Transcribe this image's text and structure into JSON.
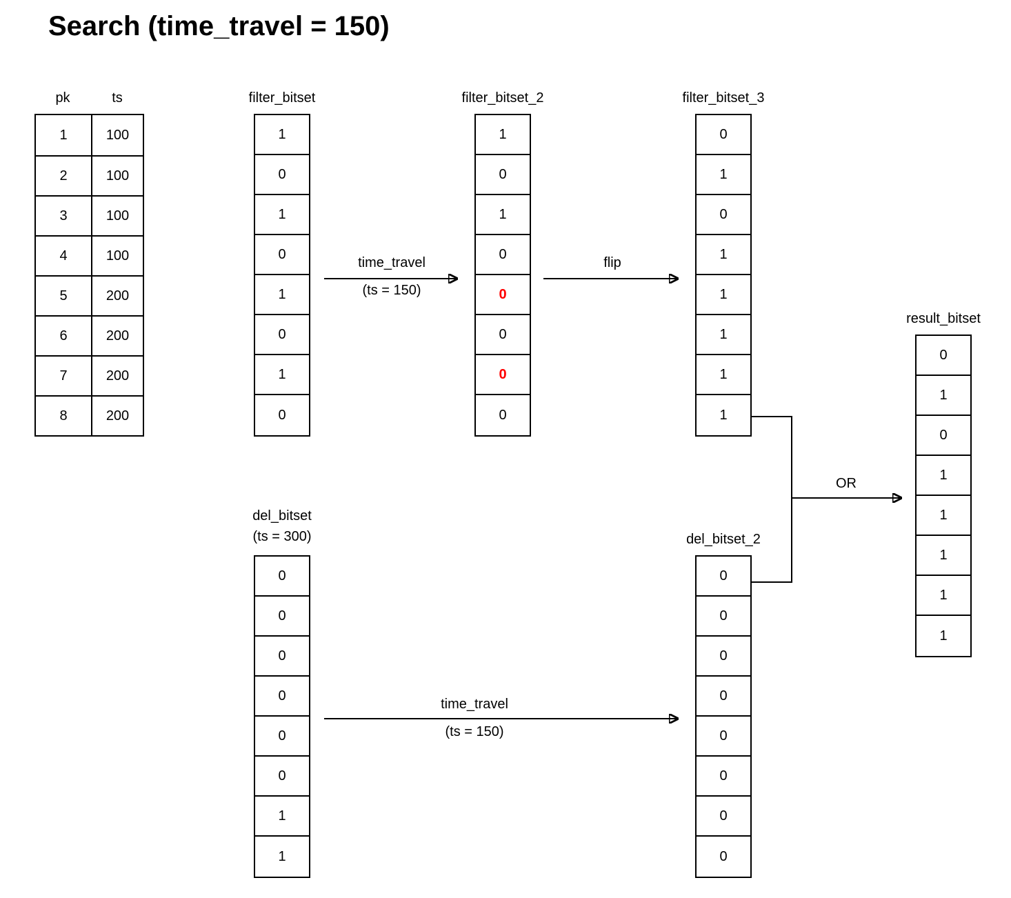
{
  "title": "Search (time_travel = 150)",
  "table": {
    "headers": [
      "pk",
      "ts"
    ],
    "rows": [
      [
        1,
        100
      ],
      [
        2,
        100
      ],
      [
        3,
        100
      ],
      [
        4,
        100
      ],
      [
        5,
        200
      ],
      [
        6,
        200
      ],
      [
        7,
        200
      ],
      [
        8,
        200
      ]
    ]
  },
  "bitsets": {
    "filter_bitset": {
      "label": "filter_bitset",
      "values": [
        "1",
        "0",
        "1",
        "0",
        "1",
        "0",
        "1",
        "0"
      ]
    },
    "filter_bitset_2": {
      "label": "filter_bitset_2",
      "values": [
        "1",
        "0",
        "1",
        "0",
        "0",
        "0",
        "0",
        "0"
      ],
      "highlight_indices": [
        4,
        6
      ]
    },
    "filter_bitset_3": {
      "label": "filter_bitset_3",
      "values": [
        "0",
        "1",
        "0",
        "1",
        "1",
        "1",
        "1",
        "1"
      ]
    },
    "result_bitset": {
      "label": "result_bitset",
      "values": [
        "0",
        "1",
        "0",
        "1",
        "1",
        "1",
        "1",
        "1"
      ]
    },
    "del_bitset": {
      "label": "del_bitset",
      "sublabel": "(ts = 300)",
      "values": [
        "0",
        "0",
        "0",
        "0",
        "0",
        "0",
        "1",
        "1"
      ]
    },
    "del_bitset_2": {
      "label": "del_bitset_2",
      "values": [
        "0",
        "0",
        "0",
        "0",
        "0",
        "0",
        "0",
        "0"
      ]
    }
  },
  "arrows": {
    "time_travel_top": {
      "label": "time_travel",
      "sublabel": "(ts = 150)"
    },
    "flip": {
      "label": "flip"
    },
    "time_travel_bottom": {
      "label": "time_travel",
      "sublabel": "(ts = 150)"
    },
    "or": {
      "label": "OR"
    }
  },
  "colors": {
    "highlight": "#ff0000",
    "line": "#000000",
    "background": "#ffffff"
  }
}
